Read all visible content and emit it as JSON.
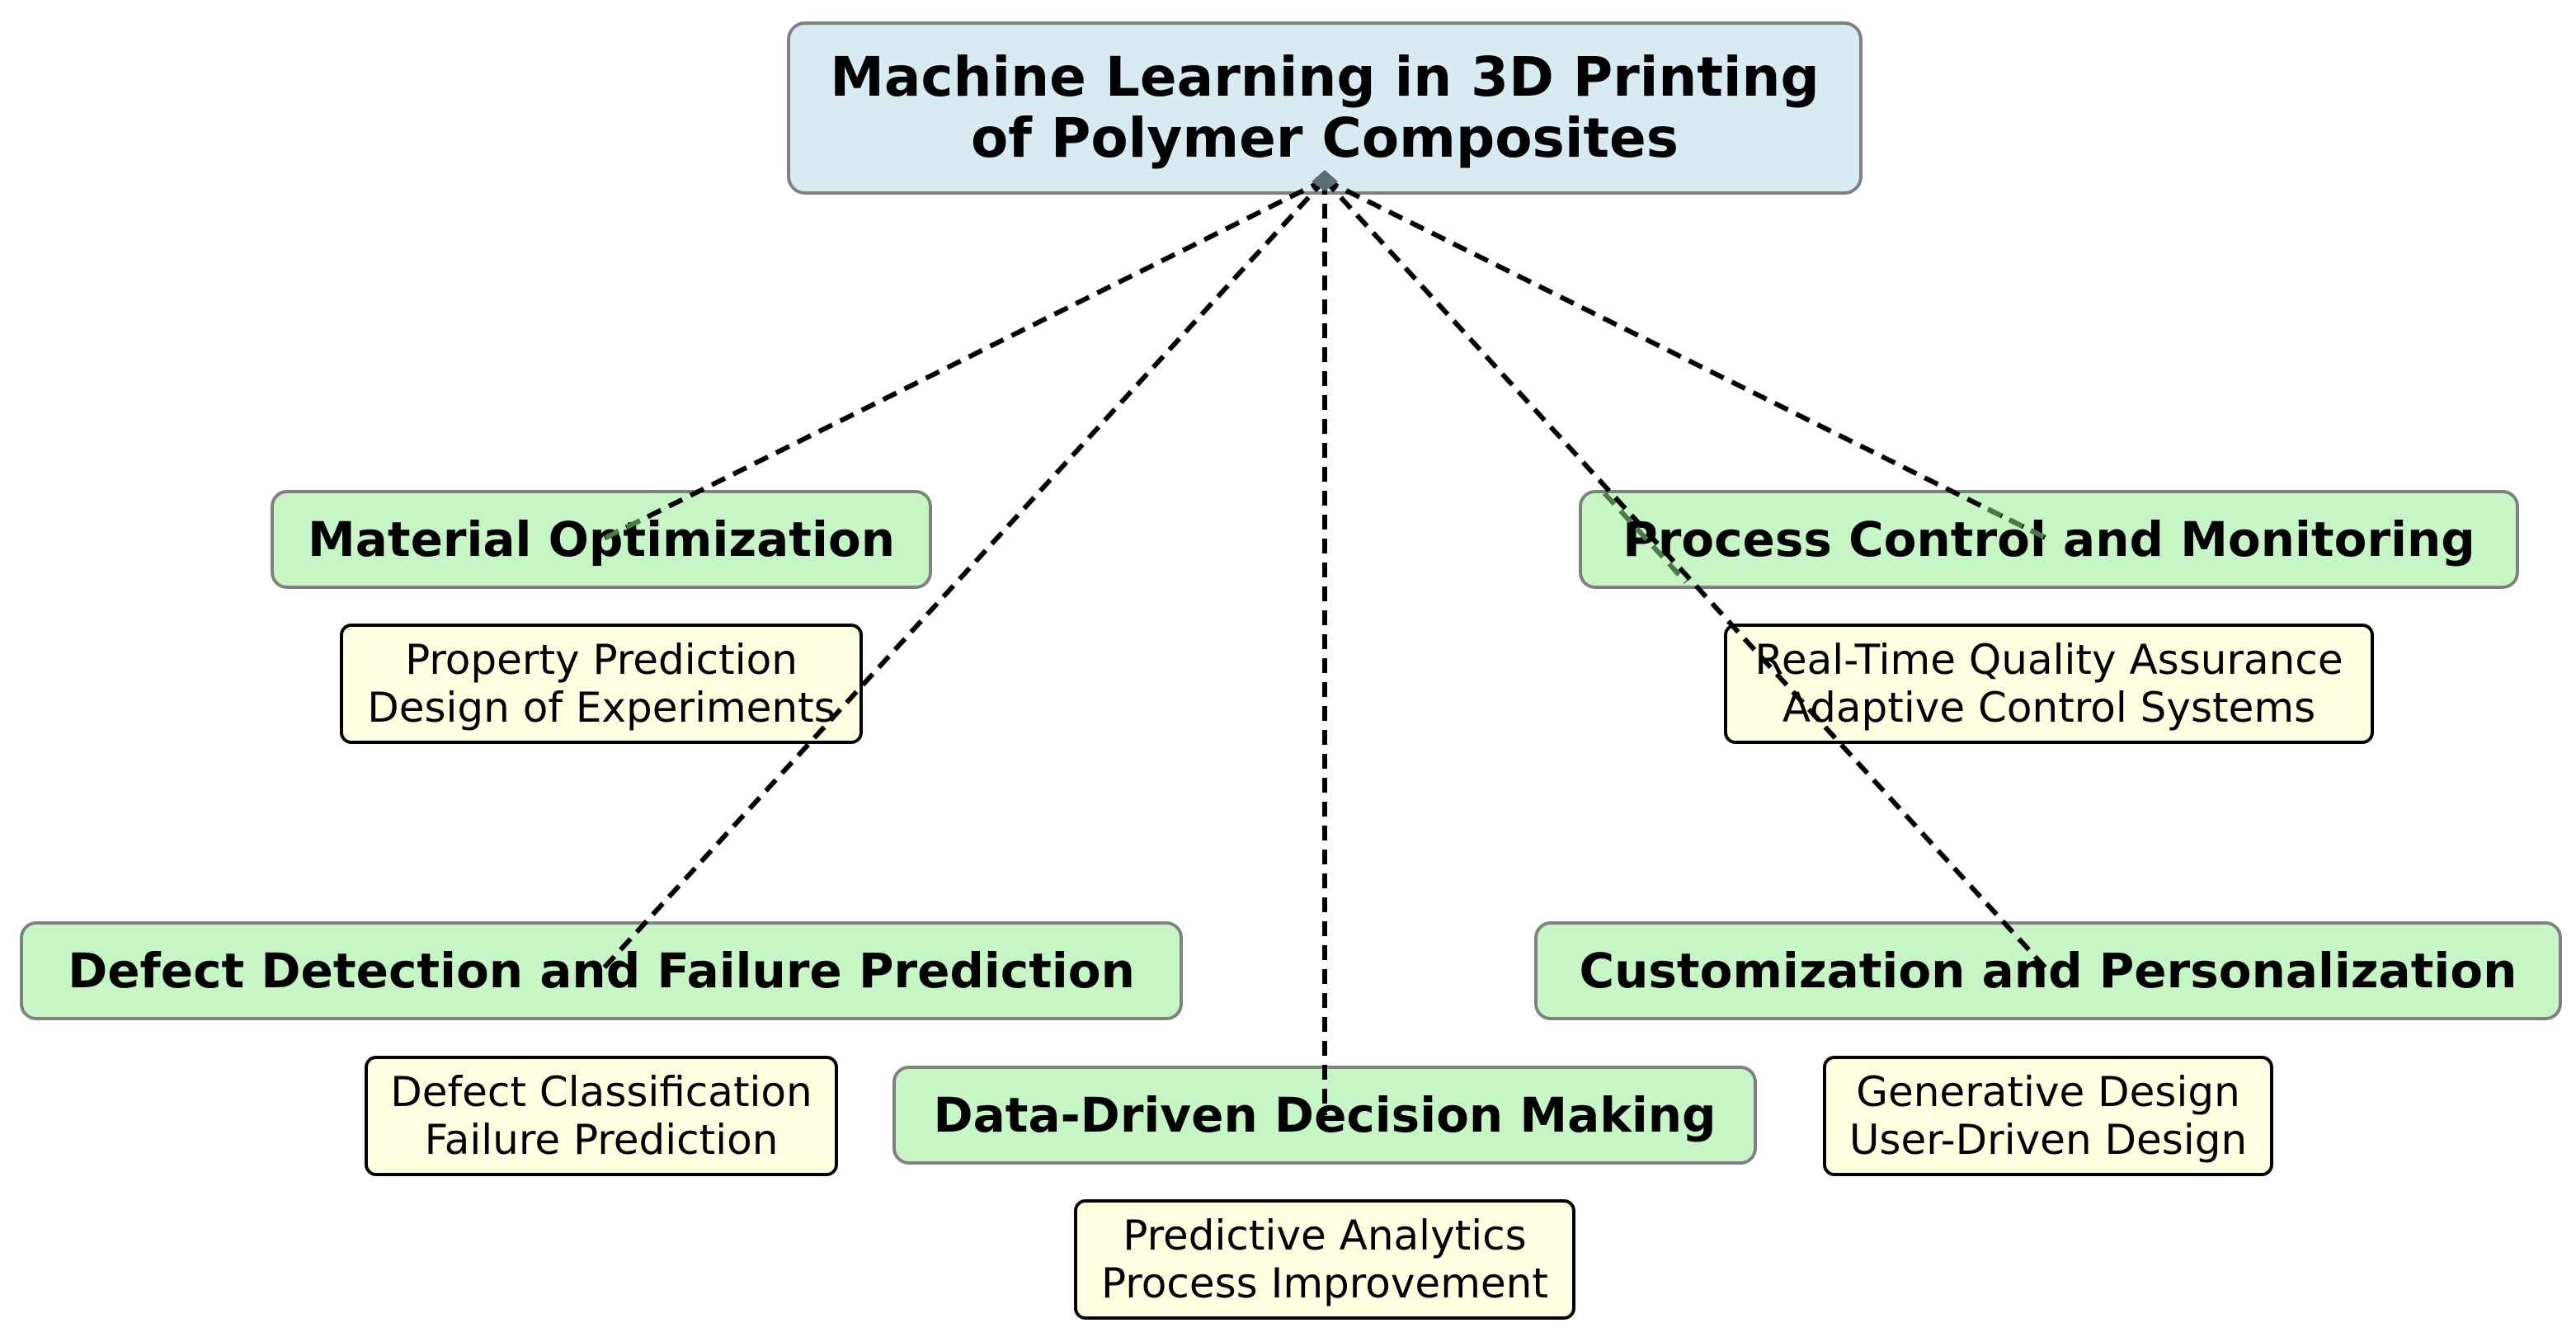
{
  "root": {
    "title_lines": [
      "Machine Learning in 3D Printing",
      "of Polymer Composites"
    ]
  },
  "branches": [
    {
      "topic": "Material Optimization",
      "subtopics": [
        "Property Prediction",
        "Design of Experiments"
      ]
    },
    {
      "topic": "Process Control and Monitoring",
      "subtopics": [
        "Real-Time Quality Assurance",
        "Adaptive Control Systems"
      ]
    },
    {
      "topic": "Defect Detection and Failure Prediction",
      "subtopics": [
        "Defect Classification",
        "Failure Prediction"
      ]
    },
    {
      "topic": "Customization and Personalization",
      "subtopics": [
        "Generative Design",
        "User-Driven Design"
      ]
    },
    {
      "topic": "Data-Driven Decision Making",
      "subtopics": [
        "Predictive Analytics",
        "Process Improvement"
      ]
    }
  ],
  "colors": {
    "root_fill": "#d8ebf2",
    "topic_fill": "#c6f6c6",
    "subtopic_fill": "#fefee0",
    "connector": "#000000",
    "connector_over_topic": "#4a7a4a"
  }
}
